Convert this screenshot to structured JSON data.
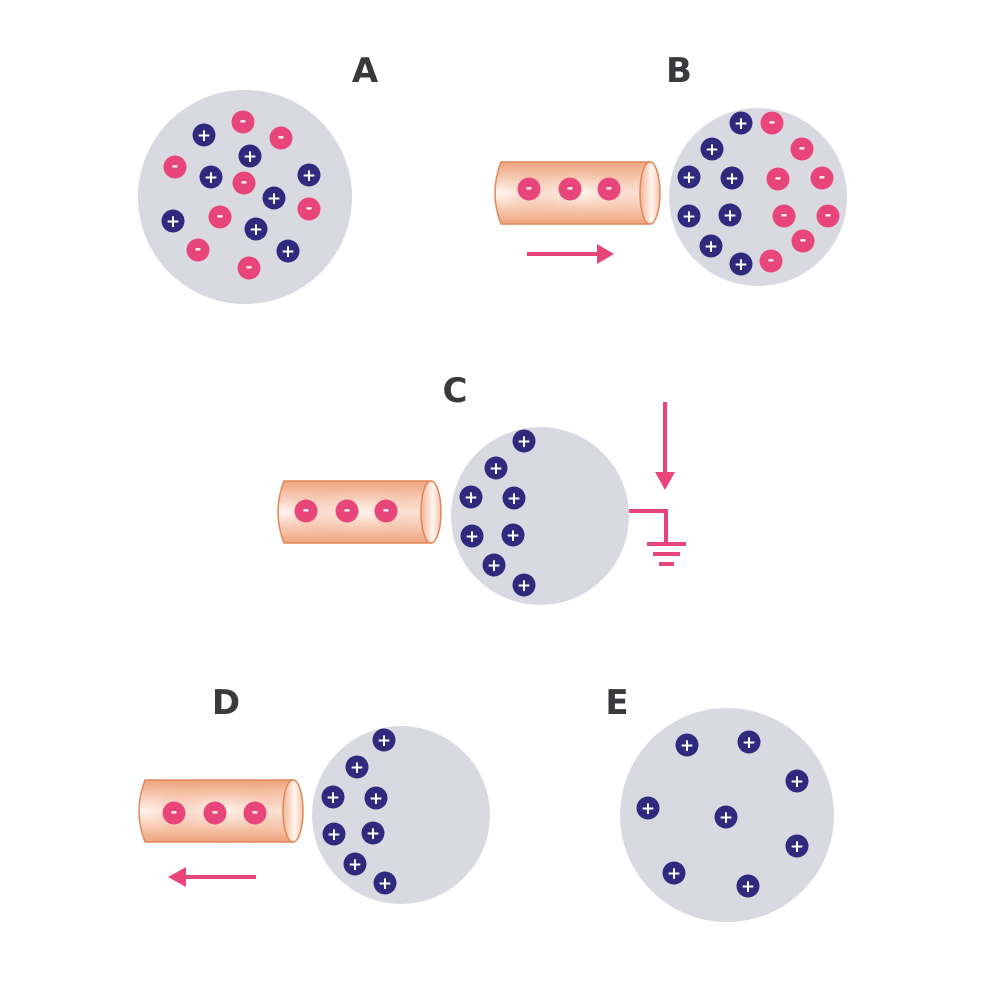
{
  "panels": {
    "a": {
      "label": "A"
    },
    "b": {
      "label": "B"
    },
    "c": {
      "label": "C"
    },
    "d": {
      "label": "D"
    },
    "e": {
      "label": "E"
    }
  },
  "charge_symbols": {
    "positive": "+",
    "negative": "-"
  },
  "colors": {
    "sphere": "#d9d9e2",
    "positive_charge": "#2f2a7e",
    "negative_charge": "#e8467a",
    "rod_edge": "#e1875a",
    "rod_body": "#f0a47e",
    "rod_highlight": "#fff3ec",
    "arrow": "#e8467a",
    "ground": "#e8467a",
    "label_text": "#3a3a3c"
  },
  "icons": {
    "rod": "charged-rod-icon",
    "arrow": "motion-arrow-icon",
    "ground": "ground-symbol-icon"
  }
}
